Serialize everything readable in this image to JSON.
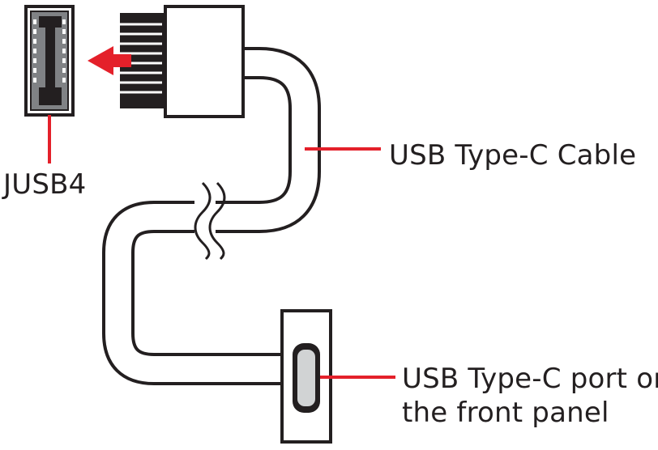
{
  "labels": {
    "header": "JUSB4",
    "cable": "USB Type-C Cable",
    "port_line1": "USB Type-C port on",
    "port_line2": "the front panel"
  },
  "colors": {
    "ink": "#231f20",
    "callout": "#e4202a",
    "header_fill": "#808285",
    "header_dark": "#231f20",
    "port_fill": "#d1d3d4"
  },
  "icons": {
    "insert_direction": "arrow-left-icon",
    "cable_break": "break-mark-icon"
  }
}
